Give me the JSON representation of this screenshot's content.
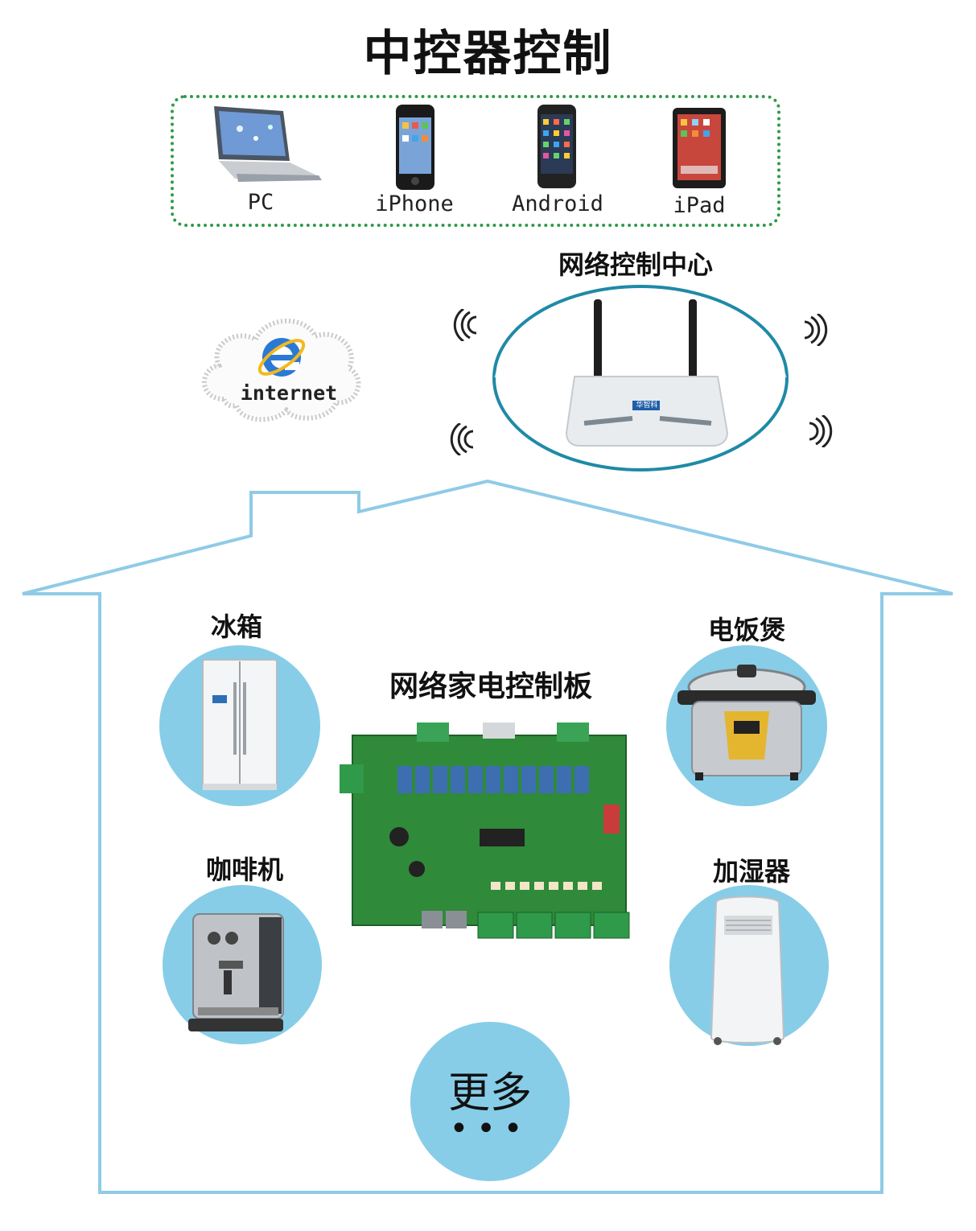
{
  "title": "中控器控制",
  "devices": [
    {
      "label": "PC",
      "icon": "laptop-icon"
    },
    {
      "label": "iPhone",
      "icon": "iphone-icon"
    },
    {
      "label": "Android",
      "icon": "android-phone-icon"
    },
    {
      "label": "iPad",
      "icon": "ipad-icon"
    }
  ],
  "internet": {
    "label": "internet",
    "icon": "internet-explorer-icon"
  },
  "router": {
    "title": "网络控制中心",
    "brand": "华智科",
    "icon": "router-icon"
  },
  "board": {
    "title": "网络家电控制板",
    "icon": "circuit-board-icon"
  },
  "appliances": {
    "fridge": {
      "label": "冰箱",
      "icon": "fridge-icon"
    },
    "coffee": {
      "label": "咖啡机",
      "icon": "coffee-machine-icon"
    },
    "cooker": {
      "label": "电饭煲",
      "icon": "rice-cooker-icon"
    },
    "humidifier": {
      "label": "加湿器",
      "icon": "humidifier-icon"
    }
  },
  "more": {
    "label": "更多",
    "dots": "•••"
  },
  "colors": {
    "accent_blue": "#87cde7",
    "house_outline": "#8fcbe6",
    "box_green": "#2e9a4a",
    "router_ring": "#1f8aa6"
  }
}
